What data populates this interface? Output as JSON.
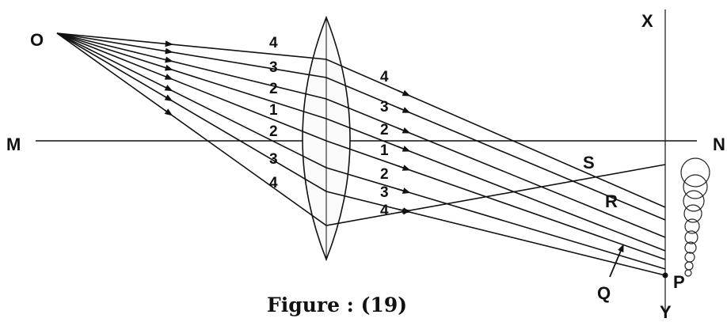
{
  "figure": {
    "caption": "Figure : (19)",
    "point_labels": {
      "object": "O",
      "axis_left": "M",
      "axis_right": "N",
      "screen_top": "X",
      "screen_bottom": "Y",
      "point_p": "P",
      "point_q": "Q",
      "point_r": "R",
      "point_s": "S"
    },
    "ray_labels_left": [
      "4",
      "3",
      "2",
      "1",
      "2",
      "3",
      "4"
    ],
    "ray_labels_right": [
      "4",
      "3",
      "2",
      "1",
      "2",
      "3",
      "4"
    ]
  }
}
